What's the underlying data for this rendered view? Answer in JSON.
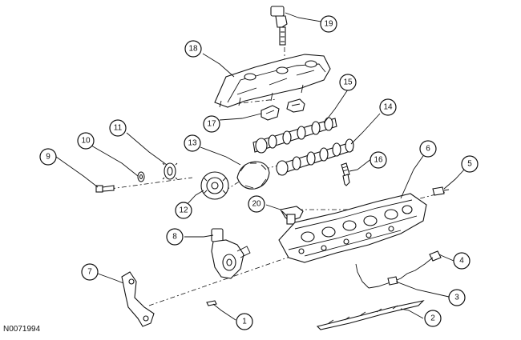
{
  "figure_id": "N0071994",
  "callouts": {
    "c1": "1",
    "c2": "2",
    "c3": "3",
    "c4": "4",
    "c5": "5",
    "c6": "6",
    "c7": "7",
    "c8": "8",
    "c9": "9",
    "c10": "10",
    "c11": "11",
    "c12": "12",
    "c13": "13",
    "c14": "14",
    "c15": "15",
    "c16": "16",
    "c17": "17",
    "c18": "18",
    "c19": "19",
    "c20": "20"
  }
}
